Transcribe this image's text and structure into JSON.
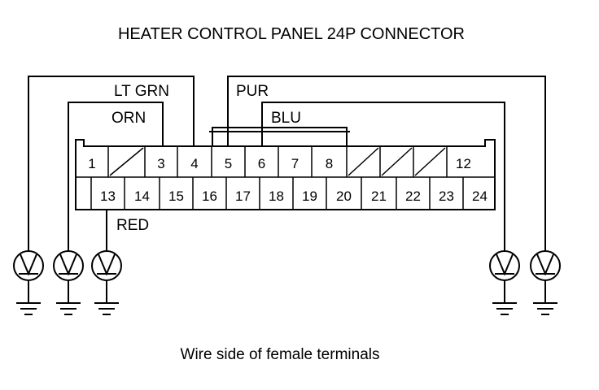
{
  "title": "HEATER CONTROL PANEL 24P CONNECTOR",
  "caption": "Wire side of female terminals",
  "wires": {
    "lt_grn": "LT GRN",
    "orn": "ORN",
    "pur": "PUR",
    "blu": "BLU",
    "red": "RED"
  },
  "connector": {
    "top_row": [
      "1",
      "",
      "3",
      "4",
      "5",
      "6",
      "7",
      "8",
      "",
      "",
      "",
      "12"
    ],
    "bottom_row": [
      "13",
      "14",
      "15",
      "16",
      "17",
      "18",
      "19",
      "20",
      "21",
      "22",
      "23",
      "24"
    ]
  }
}
